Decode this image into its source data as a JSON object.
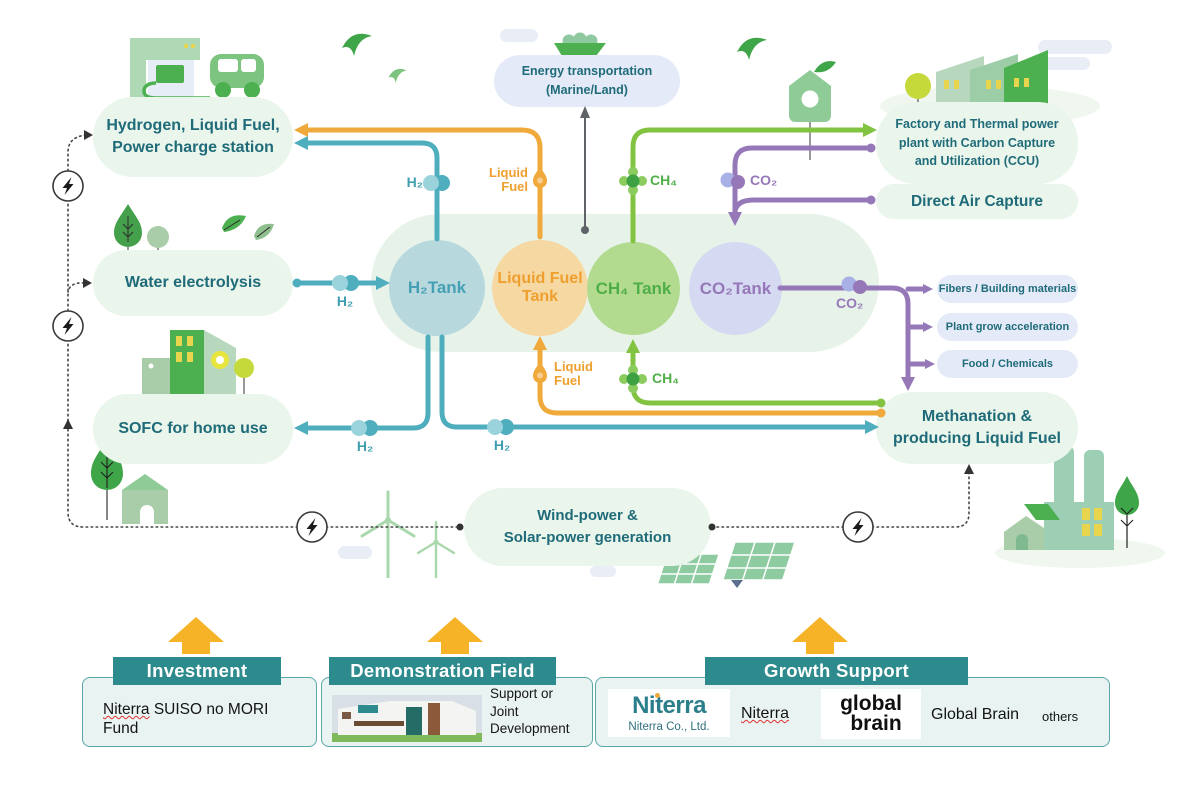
{
  "palette": {
    "h2_color": "#4FAEBE",
    "liquid_fuel_color": "#F0A93B",
    "ch4_color": "#82C341",
    "co2_color": "#9678B9",
    "text_teal": "#1F6B79",
    "node_green_bg": "#EAF5EC",
    "node_blue_bg": "#E4EAF7",
    "tank_h2_bg": "#B7D8DD",
    "tank_liquid_fuel_bg": "#F6D8A3",
    "tank_ch4_bg": "#B3DB90",
    "tank_co2_bg": "#D5D9F2",
    "header_teal": "#2E8B8D",
    "arrow_yellow": "#F7B327",
    "electricity_color": "#3A3A3A"
  },
  "flow_labels": {
    "h2": "H₂",
    "ch4": "CH₄",
    "co2": "CO₂",
    "liquid_fuel_l1": "Liquid",
    "liquid_fuel_l2": "Fuel"
  },
  "tanks": {
    "h2": "H₂Tank",
    "liquid_fuel_l1": "Liquid Fuel",
    "liquid_fuel_l2": "Tank",
    "ch4": "CH₄ Tank",
    "co2": "CO₂Tank"
  },
  "nodes": {
    "hydrogen_station_l1": "Hydrogen, Liquid Fuel,",
    "hydrogen_station_l2": "Power charge station",
    "water_electrolysis": "Water electrolysis",
    "sofc": "SOFC for home use",
    "energy_transportation_l1": "Energy transportation",
    "energy_transportation_l2": "(Marine/Land)",
    "factory_ccu": "Factory and Thermal power plant with Carbon Capture and Utilization (CCU)",
    "direct_air_capture": "Direct Air Capture",
    "co2_uses": [
      "Fibers / Building materials",
      "Plant grow acceleration",
      "Food / Chemicals"
    ],
    "methanation_l1": "Methanation &",
    "methanation_l2": "producing Liquid Fuel",
    "wind_solar_l1": "Wind-power &",
    "wind_solar_l2": "Solar-power generation"
  },
  "bottom": {
    "investment": {
      "header": "Investment",
      "body_name": "Niterra",
      "body_rest": " SUISO no MORI Fund"
    },
    "demonstration": {
      "header": "Demonstration Field",
      "body_l1": "Support or",
      "body_l2": "Joint",
      "body_l3": "Development"
    },
    "growth": {
      "header": "Growth Support",
      "niterra_logo": "Niterra",
      "niterra_logo_sub": "Niterra Co., Ltd.",
      "niterra_label": "Niterra",
      "globalbrain_logo_l1": "global",
      "globalbrain_logo_l2": "brain",
      "globalbrain_label": "Global Brain",
      "others_label": "others"
    }
  }
}
